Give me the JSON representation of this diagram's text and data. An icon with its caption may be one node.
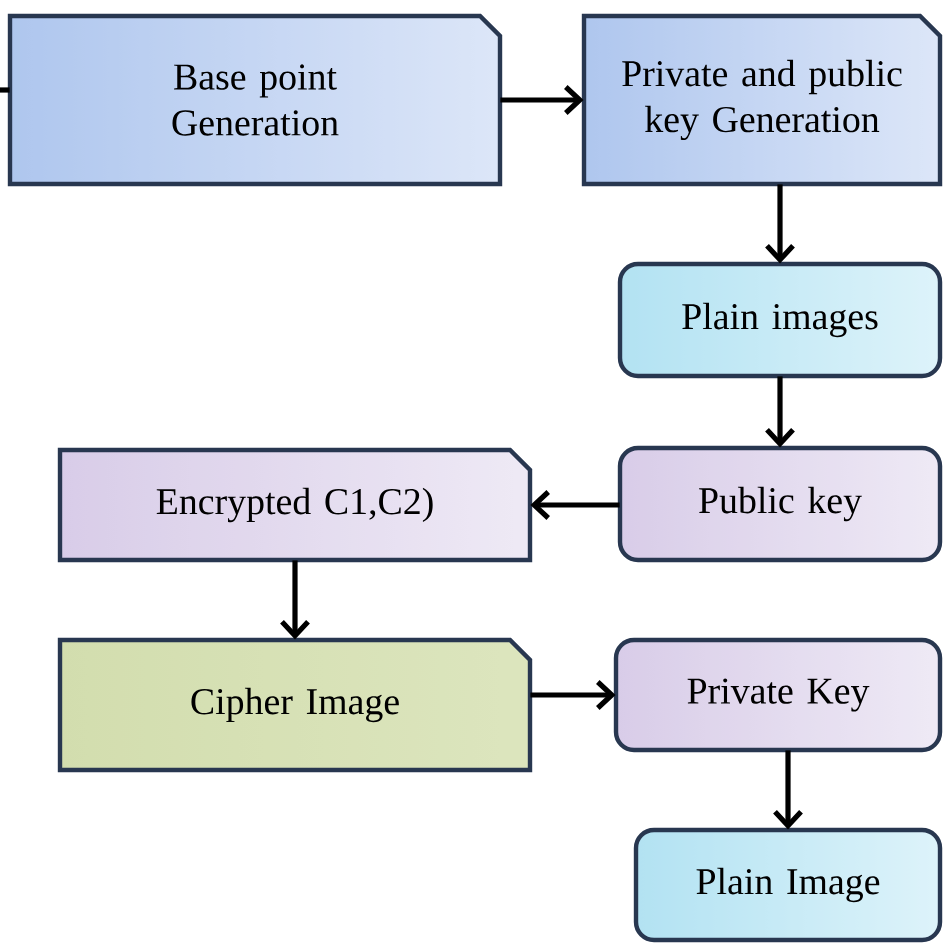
{
  "diagram": {
    "nodes": [
      {
        "text": [
          "Base point Generation"
        ]
      },
      {
        "text": [
          "Private and public key Generation"
        ]
      },
      {
        "text": [
          "Plain images"
        ]
      },
      {
        "text": [
          "Public key"
        ]
      },
      {
        "text": [
          "Encrypted C1,C2)"
        ]
      },
      {
        "text": [
          "Cipher Image"
        ]
      },
      {
        "text": [
          "Private Key"
        ]
      },
      {
        "text": [
          "Plain Image"
        ]
      }
    ],
    "edges": [
      {
        "from": null,
        "to": 0,
        "arrow": "none"
      },
      {
        "from": 0,
        "to": 1,
        "arrow": "to"
      },
      {
        "from": 1,
        "to": 2,
        "arrow": "to"
      },
      {
        "from": 2,
        "to": 3,
        "arrow": "to"
      },
      {
        "from": 3,
        "to": 4,
        "arrow": "to"
      },
      {
        "from": 4,
        "to": 5,
        "arrow": "to"
      },
      {
        "from": 5,
        "to": 6,
        "arrow": "to"
      },
      {
        "from": 6,
        "to": 7,
        "arrow": "to"
      }
    ]
  }
}
